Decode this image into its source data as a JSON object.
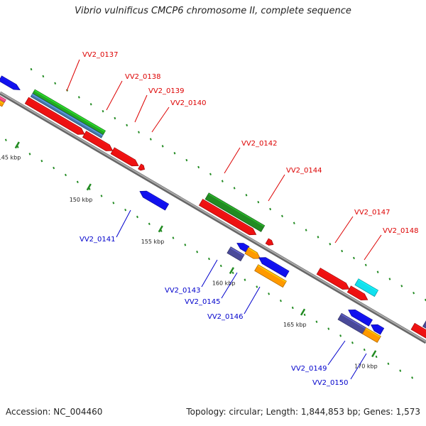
{
  "title": "Vibrio vulnificus CMCP6 chromosome II, complete sequence",
  "footer": {
    "accession": "Accession: NC_004460",
    "topology": "Topology: circular; Length: 1,844,853 bp; Genes: 1,573"
  },
  "colors": {
    "red": "#ee1111",
    "blue": "#1111ee",
    "purple": "#4a4a99",
    "orange": "#ff9900",
    "cyan": "#11e0ee",
    "green": "#22aa22",
    "dark_green": "#228b22",
    "steel_blue": "#4477aa",
    "backbone": "#888888",
    "tick": "#228b22",
    "label_red": "#dd0000",
    "label_blue": "#0000cc"
  },
  "kbp_labels": [
    "145 kbp",
    "150 kbp",
    "155 kbp",
    "160 kbp",
    "165 kbp",
    "170 kbp"
  ],
  "genes_top": [
    "VV2_0137",
    "VV2_0138",
    "VV2_0139",
    "VV2_0140",
    "VV2_0142",
    "VV2_0144",
    "VV2_0147",
    "VV2_0148"
  ],
  "genes_bottom": [
    "VV2_0141",
    "VV2_0143",
    "VV2_0145",
    "VV2_0146",
    "VV2_0149",
    "VV2_0150"
  ]
}
